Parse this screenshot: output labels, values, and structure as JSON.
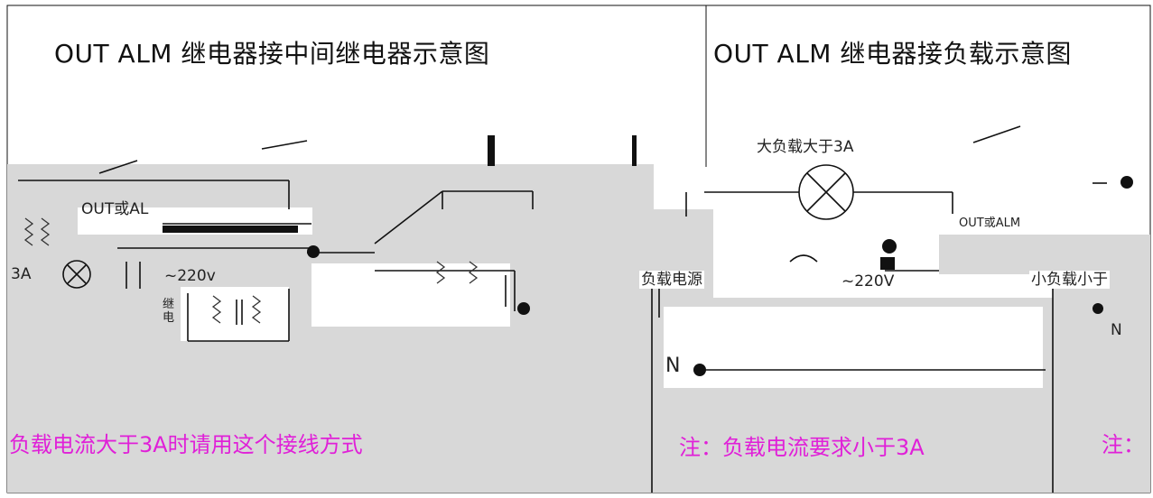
{
  "left_panel": {
    "title": "OUT ALM 继电器接中间继电器示意图",
    "note": "负载电流大于3A时请用这个接线方式",
    "labels": {
      "out_or_alm": "OUT或AL",
      "current_3a": "3A",
      "voltage": "~220v",
      "relay_side": "继电"
    }
  },
  "right_panel": {
    "title": "OUT ALM 继电器接负载示意图",
    "note_main": "注：负载电流要求小于3A",
    "note_edge": "注：",
    "labels": {
      "load_heading": "大负载大于3A",
      "out_alm": "OUT或ALM",
      "load_source": "负载电源",
      "voltage": "~220V",
      "small_load": "小负载小于",
      "neutral": "N",
      "neutral_edge": "N"
    }
  },
  "colors": {
    "line": "#111111",
    "note": "#e020d8",
    "artifact": "#d8d8d8"
  }
}
